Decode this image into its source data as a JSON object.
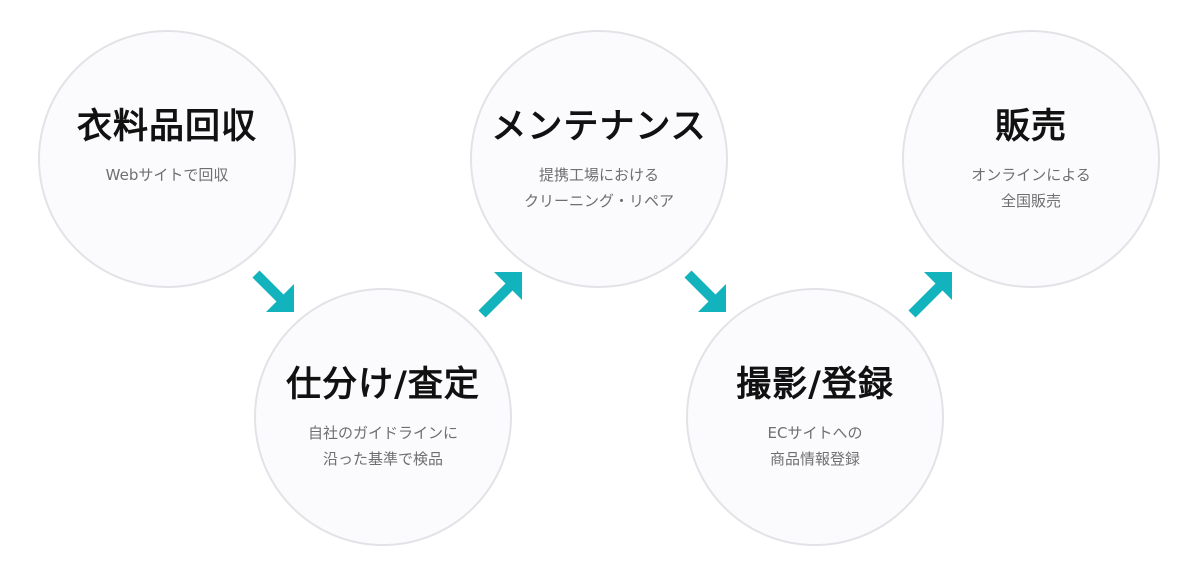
{
  "accent_color": "#13b3be",
  "steps": [
    {
      "title": "衣料品回収",
      "desc": [
        "Webサイトで回収"
      ]
    },
    {
      "title": "仕分け/査定",
      "desc": [
        "自社のガイドラインに",
        "沿った基準で検品"
      ]
    },
    {
      "title": "メンテナンス",
      "desc": [
        "提携工場における",
        "クリーニング・リペア"
      ]
    },
    {
      "title": "撮影/登録",
      "desc": [
        "ECサイトへの",
        "商品情報登録"
      ]
    },
    {
      "title": "販売",
      "desc": [
        "オンラインによる",
        "全国販売"
      ]
    }
  ],
  "arrows": [
    {
      "icon": "arrow-down-right-icon"
    },
    {
      "icon": "arrow-up-right-icon"
    },
    {
      "icon": "arrow-down-right-icon"
    },
    {
      "icon": "arrow-up-right-icon"
    }
  ]
}
